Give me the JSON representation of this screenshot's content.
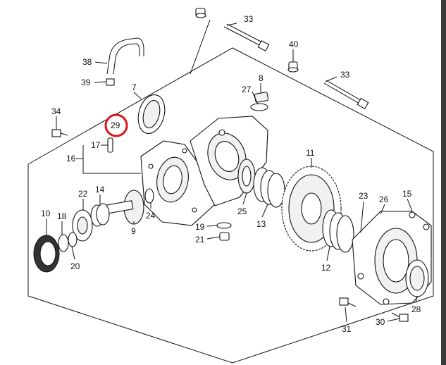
{
  "diagram": {
    "highlight_color": "#d9141c",
    "highlighted_part": "29",
    "callouts": {
      "c33a": "33",
      "c33b": "33",
      "c40": "40",
      "c38": "38",
      "c39": "39",
      "c8": "8",
      "c27": "27",
      "c7": "7",
      "c29": "29",
      "c34": "34",
      "c17": "17",
      "c16": "16",
      "c11": "11",
      "c22": "22",
      "c14": "14",
      "c10": "10",
      "c18": "18",
      "c9": "9",
      "c24": "24",
      "c25": "25",
      "c13": "13",
      "c19": "19",
      "c21": "21",
      "c23": "23",
      "c26": "26",
      "c15": "15",
      "c12": "12",
      "c20": "20",
      "c31": "31",
      "c30": "30",
      "c28": "28"
    }
  }
}
